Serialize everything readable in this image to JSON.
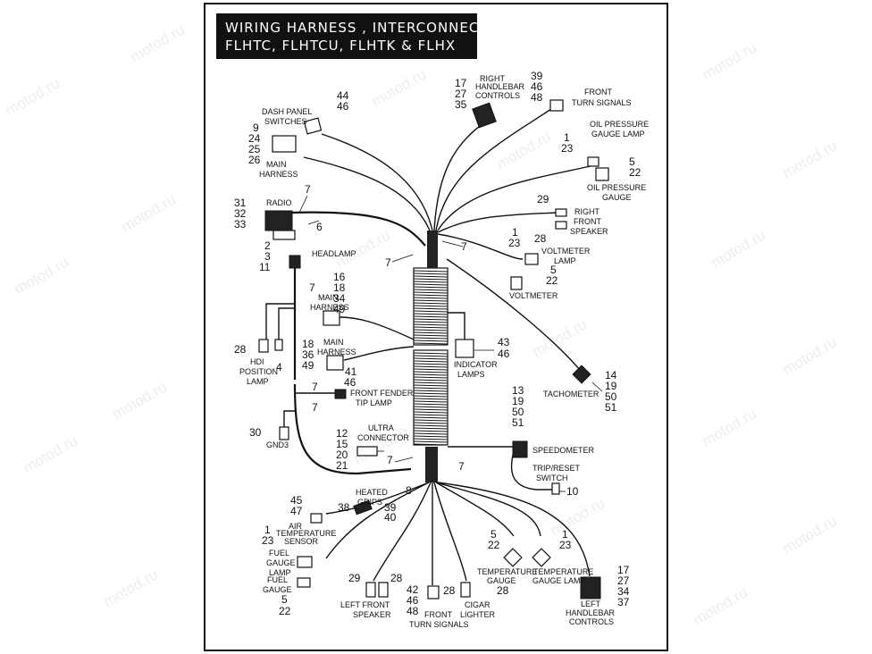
{
  "title": {
    "line1": "WIRING HARNESS , INTERCONNECT -",
    "line2": "FLHTC, FLHTCU, FLHTK & FLHX"
  },
  "watermark": "motod.ru",
  "labels": {
    "dash_panel": [
      "DASH PANEL",
      "SWITCHES"
    ],
    "main_harness_top": [
      "MAIN",
      "HARNESS"
    ],
    "radio": "RADIO",
    "headlamp": "HEADLAMP",
    "main_harness_mid": [
      "MAIN",
      "HARNESS"
    ],
    "main_harness_low": [
      "MAIN",
      "HARNESS"
    ],
    "hdi": [
      "HDI",
      "POSITION",
      "LAMP"
    ],
    "front_fender": [
      "FRONT FENDER",
      "TIP LAMP"
    ],
    "gnd3": "GND3",
    "ultra": [
      "ULTRA",
      "CONNECTOR"
    ],
    "heated_grips": [
      "HEATED",
      "GRIPS"
    ],
    "air_temp": [
      "AIR",
      "TEMPERATURE",
      "SENSOR"
    ],
    "fuel_lamp": [
      "FUEL",
      "GAUGE",
      "LAMP"
    ],
    "fuel_gauge": [
      "FUEL",
      "GAUGE"
    ],
    "left_front_speaker": [
      "LEFT FRONT",
      "SPEAKER"
    ],
    "front_turn_bottom": [
      "FRONT",
      "TURN SIGNALS"
    ],
    "cigar": [
      "CIGAR",
      "LIGHTER"
    ],
    "temp_gauge": [
      "TEMPERATURE",
      "GAUGE"
    ],
    "temp_lamp": [
      "TEMPERATURE",
      "GAUGE LAMP"
    ],
    "left_hb": [
      "LEFT",
      "HANDLEBAR",
      "CONTROLS"
    ],
    "right_hb": [
      "RIGHT",
      "HANDLEBAR",
      "CONTROLS"
    ],
    "front_turn_top": [
      "FRONT",
      "TURN SIGNALS"
    ],
    "oil_lamp": [
      "OIL PRESSURE",
      "GAUGE LAMP"
    ],
    "oil_gauge": [
      "OIL PRESSURE",
      "GAUGE"
    ],
    "right_speaker": [
      "RIGHT",
      "FRONT",
      "SPEAKER"
    ],
    "voltmeter_lamp": [
      "VOLTMETER",
      "LAMP"
    ],
    "voltmeter": "VOLTMETER",
    "indicator": [
      "INDICATOR",
      "LAMPS"
    ],
    "tachometer": "TACHOMETER",
    "speedometer": "SPEEDOMETER",
    "trip": [
      "TRIP/RESET",
      "SWITCH"
    ]
  },
  "callouts": {
    "dash": [
      "44",
      "46"
    ],
    "main_top": [
      "9",
      "24",
      "25",
      "26"
    ],
    "radio": [
      "31",
      "32",
      "33"
    ],
    "radio_6": "6",
    "seven": "7",
    "headlamp": [
      "2",
      "3",
      "11"
    ],
    "main_mid": [
      "16",
      "18",
      "34",
      "49"
    ],
    "main_low_left": [
      "18",
      "36",
      "49"
    ],
    "main_low_41": "41",
    "hdi_28": "28",
    "hdi_4": "4",
    "fender_46": "46",
    "gnd_30": "30",
    "ultra": [
      "12",
      "15",
      "20",
      "21"
    ],
    "eight": "8",
    "air": [
      "45",
      "47"
    ],
    "grips_38": "38",
    "grips": [
      "39",
      "40"
    ],
    "fuel_lamp": [
      "1",
      "23"
    ],
    "fuel_gauge": [
      "5",
      "22"
    ],
    "lfs_29": "29",
    "lfs_28": "28",
    "front_turn_bottom": [
      "42",
      "46",
      "48"
    ],
    "cigar_28": "28",
    "temp_gauge_28": "28",
    "temp_gauge": [
      "5",
      "22"
    ],
    "temp_lamp": [
      "1",
      "23"
    ],
    "left_hb": [
      "17",
      "27",
      "34",
      "37"
    ],
    "right_hb": [
      "17",
      "27",
      "35"
    ],
    "front_turn_top": [
      "39",
      "46",
      "48"
    ],
    "oil_lamp": [
      "1",
      "23"
    ],
    "oil_gauge": [
      "5",
      "22"
    ],
    "speaker_29": "29",
    "speaker_28": "28",
    "volt_lamp": [
      "1",
      "23"
    ],
    "volt": [
      "5",
      "22"
    ],
    "indicator": [
      "43",
      "46"
    ],
    "tach": [
      "14",
      "19",
      "50",
      "51"
    ],
    "speedo": [
      "13",
      "19",
      "50",
      "51"
    ],
    "trip_10": "10"
  }
}
